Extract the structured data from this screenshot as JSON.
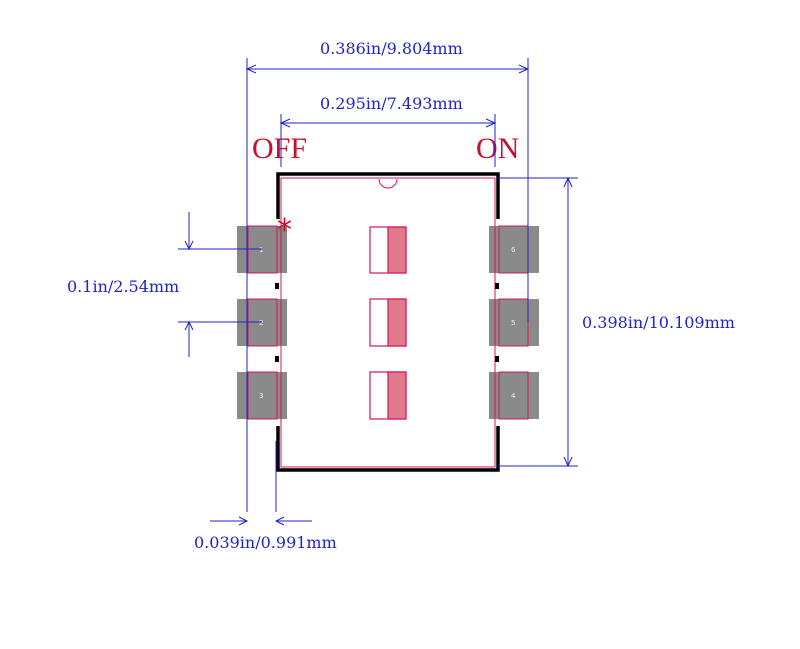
{
  "dimensions": {
    "overall_width": "0.386in/9.804mm",
    "pad_span": "0.295in/7.493mm",
    "pitch": "0.1in/2.54mm",
    "height": "0.398in/10.109mm",
    "pad_offset": "0.039in/0.991mm"
  },
  "labels": {
    "off": "OFF",
    "on": "ON",
    "pin1_marker": "*"
  },
  "pads": {
    "left": [
      "1",
      "2",
      "3"
    ],
    "right": [
      "6",
      "5",
      "4"
    ]
  },
  "colors": {
    "dimension": "#2222cc",
    "label": "#c8102e",
    "pad": "#8a8a8a",
    "courtyard": "#d4145a",
    "switch_fill": "#e07a8a",
    "body_outline": "#000000"
  }
}
